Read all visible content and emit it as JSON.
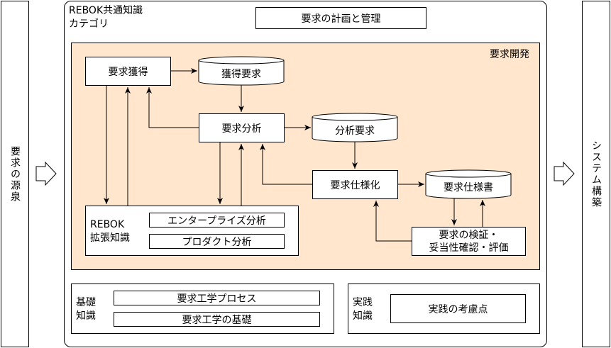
{
  "side": {
    "left_label": "要求の源泉",
    "right_label": "システム構築"
  },
  "main": {
    "title_line1": "REBOK共通知識",
    "title_line2": "カテゴリ",
    "planning": "要求の計画と管理"
  },
  "dev": {
    "label": "要求開発",
    "elicitation": "要求獲得",
    "elicited_req": "獲得要求",
    "analysis": "要求分析",
    "analyzed_req": "分析要求",
    "specification": "要求仕様化",
    "spec_doc": "要求仕様書",
    "validation_line1": "要求の検証・",
    "validation_line2": "妥当性確認・評価",
    "ext_line1": "REBOK",
    "ext_line2": "拡張知識",
    "enterprise": "エンタープライズ分析",
    "product": "プロダクト分析"
  },
  "basic": {
    "line1": "基礎",
    "line2": "知識",
    "process": "要求工学プロセス",
    "foundation": "要求工学の基礎"
  },
  "practice": {
    "line1": "実践",
    "line2": "知識",
    "points": "実践の考慮点"
  }
}
